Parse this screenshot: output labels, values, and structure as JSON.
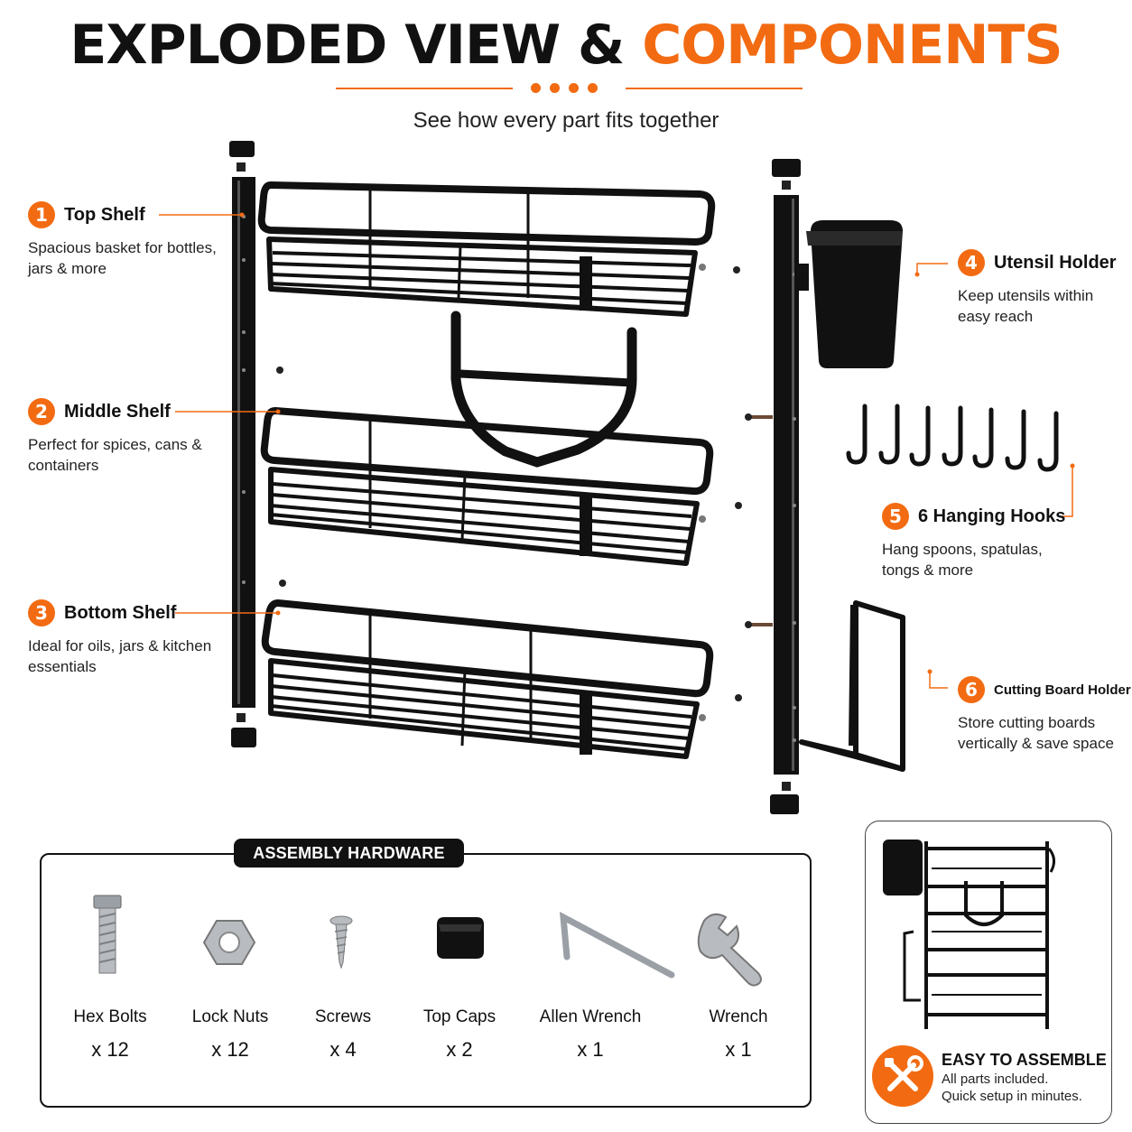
{
  "header": {
    "title_black": "EXPLODED VIEW &",
    "title_orange": "COMPONENTS",
    "subtitle": "See how every part fits together"
  },
  "colors": {
    "accent": "#f26b12",
    "ink": "#111111",
    "background": "#ffffff"
  },
  "callouts": [
    {
      "number": "1",
      "name": "Top Shelf",
      "desc": "Spacious basket for bottles, jars & more"
    },
    {
      "number": "2",
      "name": "Middle Shelf",
      "desc": "Perfect for spices, cans & containers"
    },
    {
      "number": "3",
      "name": "Bottom Shelf",
      "desc": "Ideal for oils, jars & kitchen essentials"
    },
    {
      "number": "4",
      "name": "Utensil Holder",
      "desc": "Keep utensils within easy reach"
    },
    {
      "number": "5",
      "name": "6 Hanging Hooks",
      "desc": "Hang spoons, spatulas, tongs & more"
    },
    {
      "number": "6",
      "name": "Cutting Board Holder",
      "desc": "Store cutting boards vertically & save space"
    }
  ],
  "hardware": {
    "title": "ASSEMBLY HARDWARE",
    "items": [
      {
        "name": "Hex Bolts",
        "qty": "x 12",
        "icon": "hex-bolt-icon"
      },
      {
        "name": "Lock Nuts",
        "qty": "x 12",
        "icon": "lock-nut-icon"
      },
      {
        "name": "Screws",
        "qty": "x 4",
        "icon": "screw-icon"
      },
      {
        "name": "Top Caps",
        "qty": "x 2",
        "icon": "top-cap-icon"
      },
      {
        "name": "Allen Wrench",
        "qty": "x 1",
        "icon": "allen-wrench-icon"
      },
      {
        "name": "Wrench",
        "qty": "x 1",
        "icon": "wrench-icon"
      }
    ]
  },
  "assembly": {
    "title": "EASY TO ASSEMBLE",
    "line1": "All parts included.",
    "line2": "Quick setup in minutes.",
    "icon": "tools-icon"
  }
}
